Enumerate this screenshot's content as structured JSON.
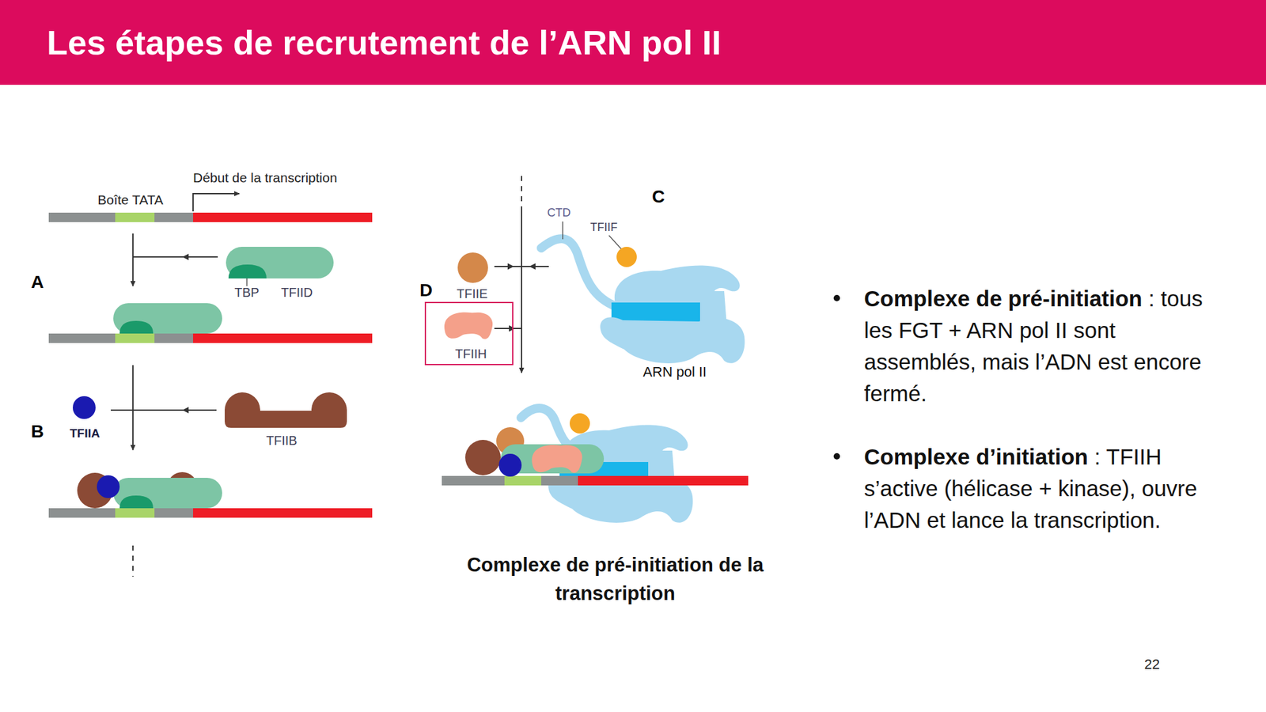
{
  "diagram": {
    "title": "Les étapes de recrutement de l’ARN pol II",
    "caption": "Complexe de pré-initiation de la transcription",
    "nodes": [
      {
        "text": [
          "TFIID"
        ]
      },
      {
        "text": [
          "TBP"
        ],
        "in": 0
      },
      {
        "text": [
          "TFIIA"
        ]
      },
      {
        "text": [
          "TFIIB"
        ]
      },
      {
        "text": [
          "TFIIE"
        ]
      },
      {
        "text": [
          "TFIIH"
        ]
      },
      {
        "text": [
          "ARN pol II"
        ]
      },
      {
        "text": [
          "TFIIF"
        ]
      }
    ],
    "labels": [
      "Début de la transcription",
      "Boîte TATA",
      "A",
      "B",
      "C",
      "D",
      "CTD",
      "Complexe de pré-initiation",
      ": tous les FGT + ARN pol II sont assemblés, mais l’ADN est encore fermé.",
      "Complexe d’initiation",
      ": TFIIH s’active (hélicase + kinase), ouvre l’ADN et lance la transcription.",
      "22"
    ]
  }
}
